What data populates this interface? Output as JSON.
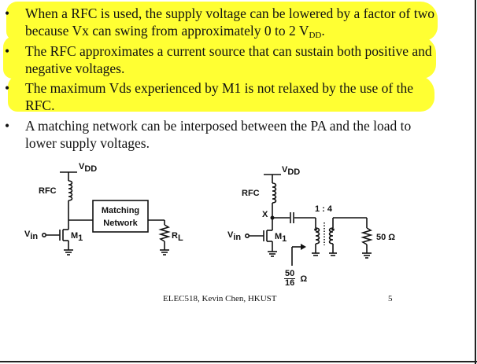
{
  "bullets": [
    {
      "marker": "•",
      "text": "When a RFC is used, the supply voltage can be lowered by a factor of two because Vx can swing from approximately 0 to 2 V",
      "sub": "DD",
      "tail": "."
    },
    {
      "marker": "•",
      "text": "The RFC approximates a current source that can sustain both positive and negative voltages."
    },
    {
      "marker": "•",
      "text": "The maximum Vds experienced by M1 is not relaxed by the use of the RFC."
    },
    {
      "marker": "•",
      "text": "A matching network can be interposed between the PA and the load to lower supply voltages."
    }
  ],
  "highlight_color": "#ffff33",
  "circuit_left": {
    "vdd": "V",
    "vdd_sub": "DD",
    "rfc": "RFC",
    "vin": "V",
    "vin_sub": "in",
    "m1": "M",
    "m1_sub": "1",
    "matching1": "Matching",
    "matching2": "Network",
    "rl": "R",
    "rl_sub": "L"
  },
  "circuit_right": {
    "vdd": "V",
    "vdd_sub": "DD",
    "rfc": "RFC",
    "x": "X",
    "ratio": "1 : 4",
    "vin": "V",
    "vin_sub": "in",
    "m1": "M",
    "m1_sub": "1",
    "load": "50 Ω",
    "frac_num": "50",
    "frac_den": "16",
    "frac_unit": "Ω"
  },
  "footer": "ELEC518, Kevin Chen, HKUST",
  "page_number": "5"
}
